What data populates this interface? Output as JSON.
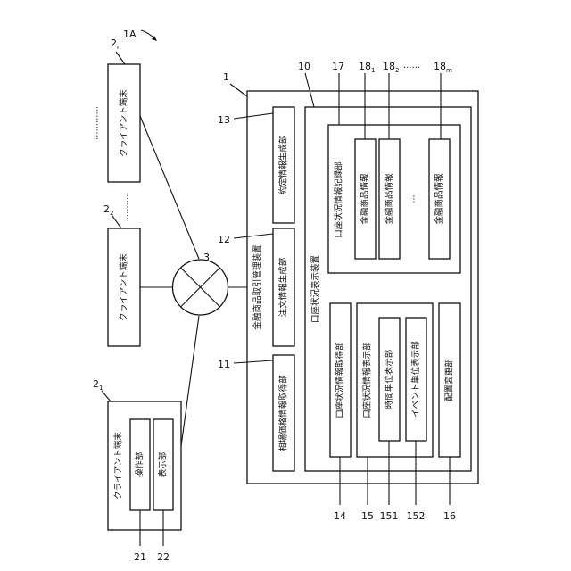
{
  "figure_label": "1A",
  "management_device": {
    "ref": "1",
    "title": "金融商品取引管理装置",
    "contract_info_generator": {
      "ref": "13",
      "label": "約定情報生成部"
    },
    "order_info_generator": {
      "ref": "12",
      "label": "注文情報生成部"
    },
    "market_price_acquirer": {
      "ref": "11",
      "label": "相場価格情報取得部"
    }
  },
  "display_device": {
    "ref": "10",
    "title": "口座状況表示装置",
    "record_unit": {
      "ref": "17",
      "title": "口座状況情報記録部",
      "items": [
        {
          "ref": "18",
          "ref_sub": "1",
          "label": "金融商品情報"
        },
        {
          "ref": "18",
          "ref_sub": "2",
          "label": "金融商品情報"
        },
        {
          "ref": "18",
          "ref_sub": "m",
          "label": "金融商品情報"
        }
      ],
      "ellipsis": "…",
      "top_ellipsis": "……"
    },
    "acquire_unit": {
      "ref": "14",
      "label": "口座状況情報取得部"
    },
    "display_unit": {
      "ref": "15",
      "title": "口座状況情報表示部",
      "time_unit": {
        "ref": "151",
        "label": "時間単位表示部"
      },
      "event_unit": {
        "ref": "152",
        "label": "イベント単位表示部"
      }
    },
    "layout_change": {
      "ref": "16",
      "label": "配置変更部"
    }
  },
  "network": {
    "ref": "3"
  },
  "clients": {
    "client_n": {
      "ref": "2",
      "ref_sub": "n",
      "label": "クライアント端末"
    },
    "client_2": {
      "ref": "2",
      "ref_sub": "2",
      "label": "クライアント端末"
    },
    "client_1": {
      "ref": "2",
      "ref_sub": "1",
      "label": "クライアント端末",
      "operation": {
        "ref": "21",
        "label": "操作部"
      },
      "display": {
        "ref": "22",
        "label": "表示部"
      }
    },
    "top_dots": "…………",
    "mid_dots": "………"
  }
}
